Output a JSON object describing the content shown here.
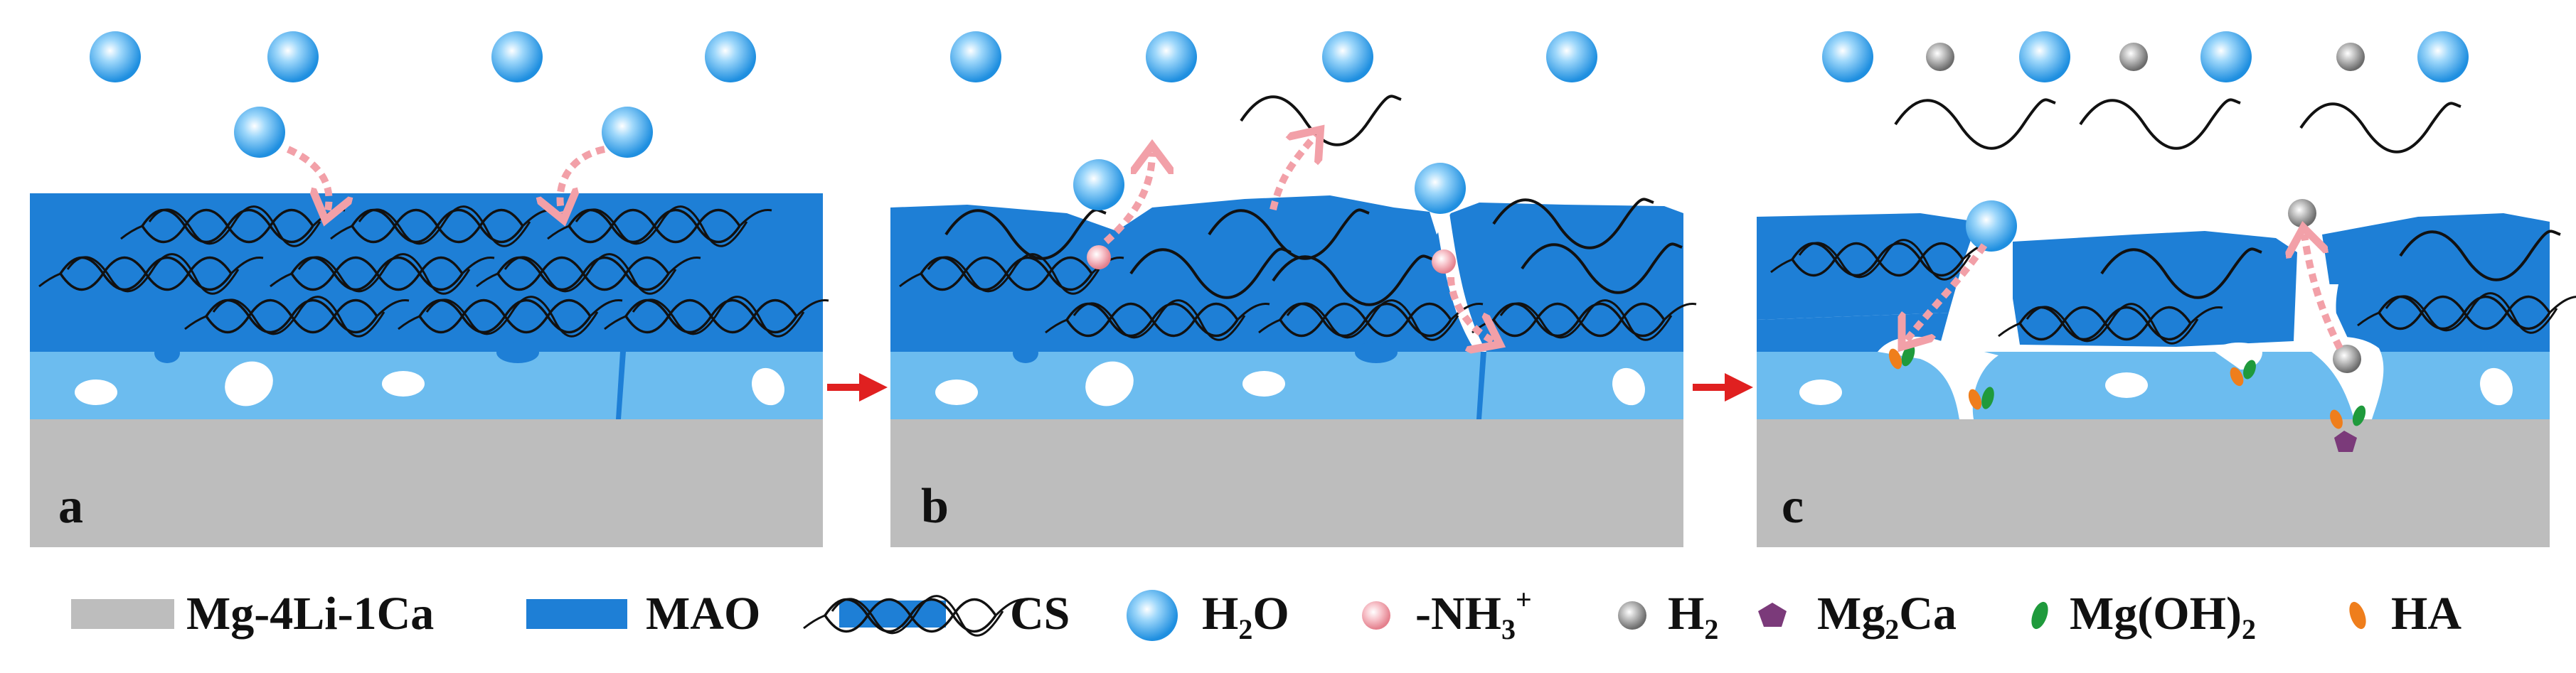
{
  "panels": [
    {
      "label": "a"
    },
    {
      "label": "b"
    },
    {
      "label": "c"
    }
  ],
  "legend": {
    "substrate": "Mg-4Li-1Ca",
    "mao": "MAO",
    "cs": "CS",
    "h2o": {
      "main": "H",
      "sub": "2",
      "tail": "O"
    },
    "nh3": {
      "main": "-NH",
      "sub": "3",
      "sup": "+"
    },
    "h2": {
      "main": "H",
      "sub": "2"
    },
    "mg2ca": {
      "main": "Mg",
      "sub": "2",
      "tail": "Ca"
    },
    "mgoh2": {
      "main": "Mg(OH)",
      "sub": "2"
    },
    "ha": "HA"
  },
  "colors": {
    "substrate": "#bdbdbd",
    "mao_dark": "#1e7fd6",
    "mao_light": "#6cbcef",
    "water": "#3fa9f0",
    "nh3": "#f4a6b0",
    "h2": "#8c8c8c",
    "mg2ca": "#7b3a7a",
    "mgoh2": "#1f9a3c",
    "ha": "#ef7e1c",
    "arrow_pink": "#f2a0a8",
    "arrow_red": "#e02020"
  }
}
